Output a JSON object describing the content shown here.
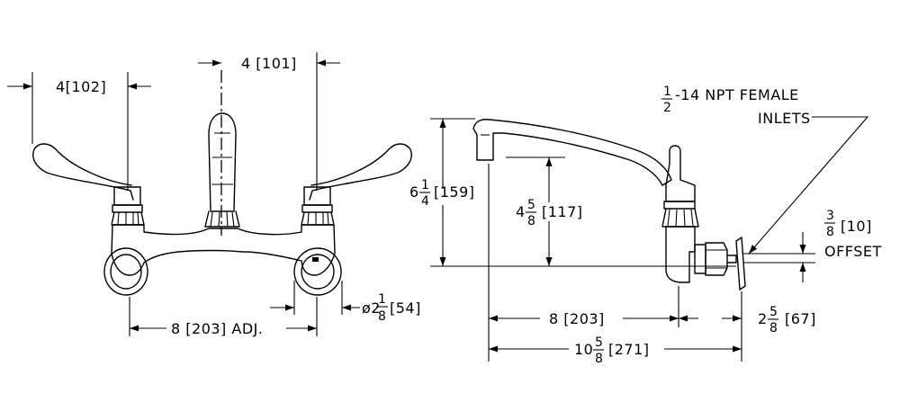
{
  "front_view": {
    "handle_spread_left": "4[102]",
    "spout_offset": "4 [101]",
    "center_distance": "8 [203] ADJ.",
    "flange_diameter": {
      "prefix": "ø2",
      "num": "1",
      "den": "8",
      "suffix": "[54]"
    }
  },
  "side_view": {
    "inlet_label_line1": {
      "num": "1",
      "den": "2",
      "text": "-14 NPT FEMALE"
    },
    "inlet_label_line2": "INLETS",
    "overall_height": {
      "whole": "6",
      "num": "1",
      "den": "4",
      "suffix": "[159]"
    },
    "spout_clearance": {
      "whole": "4",
      "num": "5",
      "den": "8",
      "suffix": "[117]"
    },
    "offset": {
      "num": "3",
      "den": "8",
      "suffix": "[10]",
      "word": "OFFSET"
    },
    "spout_reach": "8 [203]",
    "body_depth": {
      "whole": "2",
      "num": "5",
      "den": "8",
      "suffix": "[67]"
    },
    "overall_reach": {
      "whole": "10",
      "num": "5",
      "den": "8",
      "suffix": "[271]"
    }
  }
}
